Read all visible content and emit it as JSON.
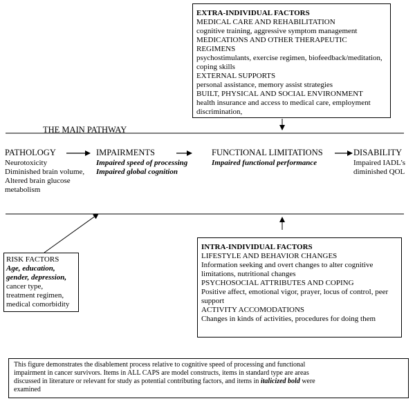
{
  "extra_factors": {
    "title": "EXTRA-INDIVIDUAL FACTORS",
    "lines": [
      {
        "text": "MEDICAL CARE AND REHABILITATION",
        "style": "normal"
      },
      {
        "text": "cognitive training, aggressive symptom management",
        "style": "normal"
      },
      {
        "text": "MEDICATIONS AND OTHER THERAPEUTIC",
        "style": "normal"
      },
      {
        "text": "REGIMENS",
        "style": "normal"
      },
      {
        "text": "psychostimulants, exercise regimen, biofeedback/meditation,",
        "style": "normal"
      },
      {
        "text": "coping skills",
        "style": "normal"
      },
      {
        "text": "EXTERNAL SUPPORTS",
        "style": "normal"
      },
      {
        "text": "personal assistance,  memory assist strategies",
        "style": "normal"
      },
      {
        "text": "BUILT, PHYSICAL AND SOCIAL ENVIRONMENT",
        "style": "normal"
      },
      {
        "text": "health insurance and access to medical care, employment",
        "style": "normal"
      },
      {
        "text": "discrimination,",
        "style": "normal"
      }
    ]
  },
  "main_pathway": {
    "title": "THE MAIN PATHWAY",
    "pathology": {
      "heading": "PATHOLOGY",
      "lines": [
        "Neurotoxicity",
        "Diminished brain volume,",
        "Altered brain glucose",
        "metabolism"
      ]
    },
    "impairments": {
      "heading": "IMPAIRMENTS",
      "lines": [
        "Impaired speed of processing",
        "Impaired global cognition"
      ]
    },
    "functional_limitations": {
      "heading": "FUNCTIONAL LIMITATIONS",
      "lines": [
        "Impaired functional performance"
      ]
    },
    "disability": {
      "heading": "DISABILITY",
      "lines": [
        "Impaired IADL’s",
        "diminished QOL"
      ]
    }
  },
  "risk_factors": {
    "title": "RISK FACTORS",
    "lines": [
      {
        "text": "Age, education,",
        "style": "bold-italic"
      },
      {
        "text": "gender, depression,",
        "style": "bold-italic"
      },
      {
        "text": "cancer type,",
        "style": "normal"
      },
      {
        "text": "treatment regimen,",
        "style": "normal"
      },
      {
        "text": "medical comorbidity",
        "style": "normal"
      }
    ]
  },
  "intra_factors": {
    "title": "INTRA-INDIVIDUAL FACTORS",
    "lines": [
      {
        "text": "LIFESTYLE AND BEHAVIOR CHANGES",
        "style": "normal"
      },
      {
        "text": "Information seeking and overt changes to alter cognitive",
        "style": "normal"
      },
      {
        "text": "limitations, nutritional changes",
        "style": "normal"
      },
      {
        "text": "PSYCHOSOCIAL ATTRIBUTES AND COPING",
        "style": "normal"
      },
      {
        "text": "Positive affect, emotional vigor, prayer, locus of control, peer",
        "style": "normal"
      },
      {
        "text": "support",
        "style": "normal"
      },
      {
        "text": "ACTIVITY ACCOMODATIONS",
        "style": "normal"
      },
      {
        "text": "Changes in kinds of activities, procedures for doing them",
        "style": "normal"
      }
    ]
  },
  "caption": {
    "line1": "This figure demonstrates the disablement process relative to cognitive speed of processing and functional",
    "line2": "impairment in cancer survivors. Items in ALL CAPS are model constructs, items in standard type are areas",
    "line3_pre": "discussed in literature or relevant for study as potential contributing factors, and items in ",
    "line3_em": "italicized bold",
    "line3_post": " were",
    "line4": "examined"
  }
}
